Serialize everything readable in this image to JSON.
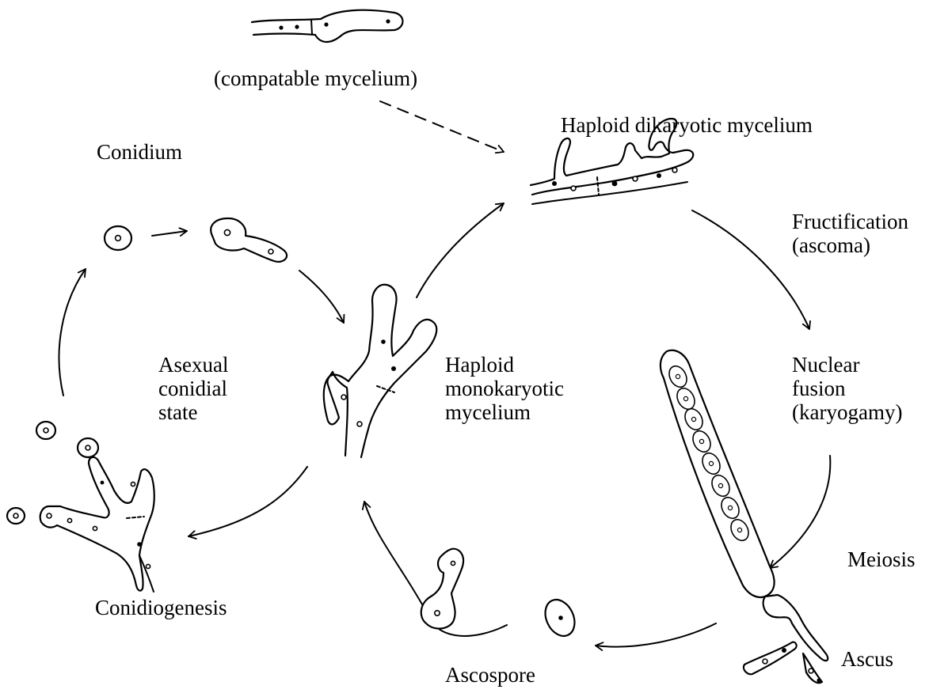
{
  "labels": {
    "compatible_mycelium": "(compatable mycelium)",
    "dikaryotic_mycelium": "Haploid dikaryotic mycelium",
    "conidium": "Conidium",
    "fructification": [
      "Fructification",
      "(ascoma)"
    ],
    "asexual_state": [
      "Asexual",
      "conidial",
      "state"
    ],
    "monokaryotic_mycelium": [
      "Haploid",
      "monokaryotic",
      "mycelium"
    ],
    "nuclear_fusion": [
      "Nuclear",
      "fusion",
      "(karyogamy)"
    ],
    "meiosis": "Meiosis",
    "conidiogenesis": "Conidiogenesis",
    "ascus": "Ascus",
    "ascospore": "Ascospore"
  },
  "colors": {
    "ink": "#000000",
    "background": "#ffffff"
  }
}
